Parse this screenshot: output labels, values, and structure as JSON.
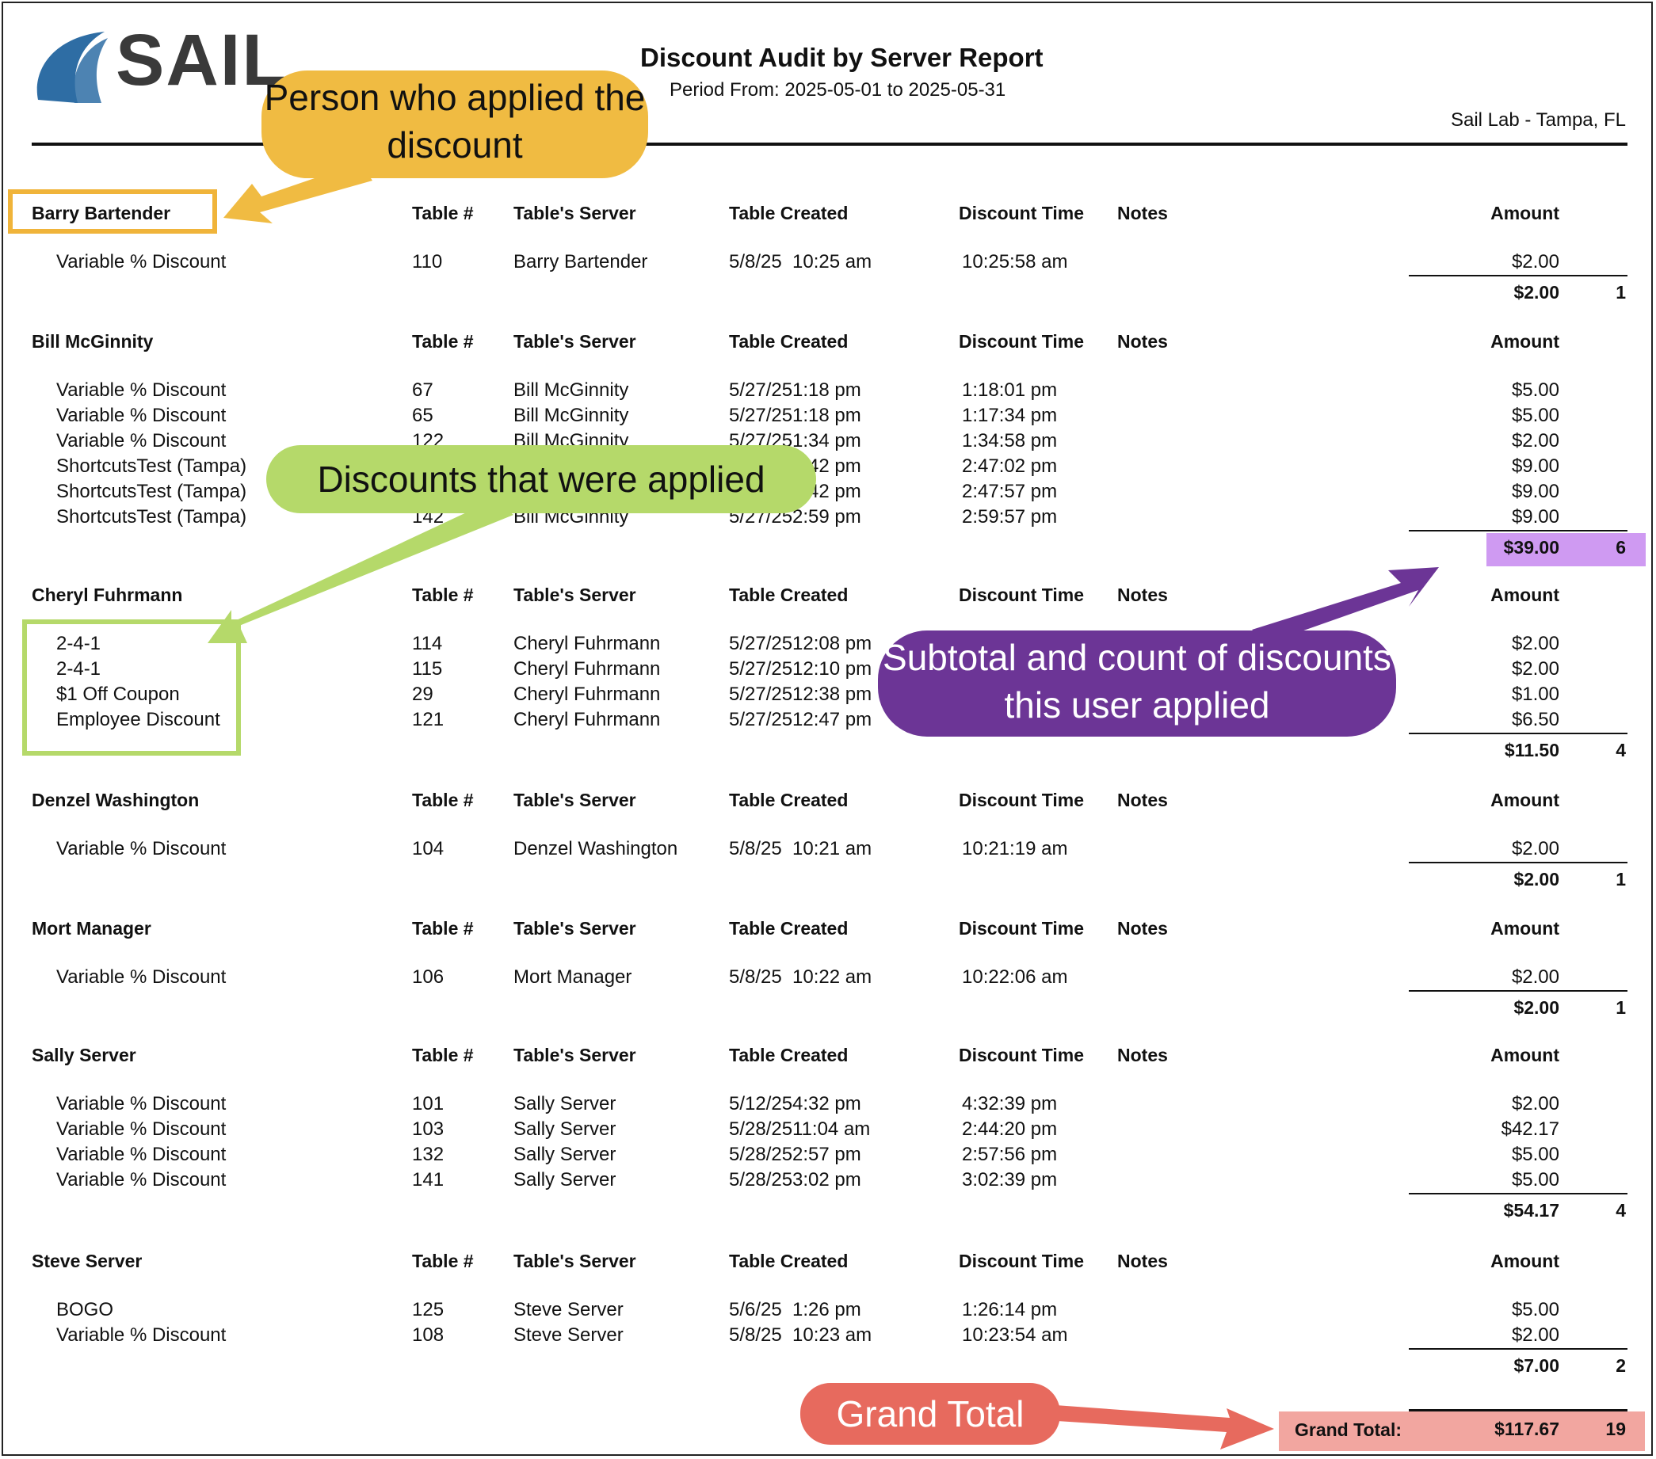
{
  "header": {
    "logo_text": "SAIL",
    "title": "Discount Audit by Server Report",
    "period": "Period From: 2025-05-01 to 2025-05-31",
    "location": "Sail Lab - Tampa, FL"
  },
  "columns": {
    "table": "Table #",
    "server": "Table's Server",
    "created": "Table Created",
    "discount_time": "Discount Time",
    "notes": "Notes",
    "amount": "Amount"
  },
  "groups": [
    {
      "name": "Barry Bartender",
      "rows": [
        {
          "discount": "Variable % Discount",
          "table": "110",
          "server": "Barry Bartender",
          "date": "5/8/25",
          "time": "10:25 am",
          "discount_time": "10:25:58 am",
          "amount": "$2.00"
        }
      ],
      "subtotal": "$2.00",
      "count": "1"
    },
    {
      "name": "Bill McGinnity",
      "rows": [
        {
          "discount": "Variable % Discount",
          "table": "67",
          "server": "Bill McGinnity",
          "date": "5/27/25",
          "time": "1:18 pm",
          "discount_time": "1:18:01 pm",
          "amount": "$5.00"
        },
        {
          "discount": "Variable % Discount",
          "table": "65",
          "server": "Bill McGinnity",
          "date": "5/27/25",
          "time": "1:18 pm",
          "discount_time": "1:17:34 pm",
          "amount": "$5.00"
        },
        {
          "discount": "Variable % Discount",
          "table": "122",
          "server": "Bill McGinnity",
          "date": "5/27/25",
          "time": "1:34 pm",
          "discount_time": "1:34:58 pm",
          "amount": "$2.00"
        },
        {
          "discount": "ShortcutsTest (Tampa)",
          "table": "",
          "server": "",
          "date": "",
          "time": "2:42 pm",
          "discount_time": "2:47:02 pm",
          "amount": "$9.00"
        },
        {
          "discount": "ShortcutsTest (Tampa)",
          "table": "",
          "server": "",
          "date": "",
          "time": "2:42 pm",
          "discount_time": "2:47:57 pm",
          "amount": "$9.00"
        },
        {
          "discount": "ShortcutsTest (Tampa)",
          "table": "142",
          "server": "Bill McGinnity",
          "date": "5/27/25",
          "time": "2:59 pm",
          "discount_time": "2:59:57 pm",
          "amount": "$9.00"
        }
      ],
      "subtotal": "$39.00",
      "count": "6"
    },
    {
      "name": "Cheryl Fuhrmann",
      "rows": [
        {
          "discount": "2-4-1",
          "table": "114",
          "server": "Cheryl Fuhrmann",
          "date": "5/27/25",
          "time": "12:08 pm",
          "discount_time": "",
          "amount": "$2.00"
        },
        {
          "discount": "2-4-1",
          "table": "115",
          "server": "Cheryl Fuhrmann",
          "date": "5/27/25",
          "time": "12:10 pm",
          "discount_time": "",
          "amount": "$2.00"
        },
        {
          "discount": "$1 Off Coupon",
          "table": "29",
          "server": "Cheryl Fuhrmann",
          "date": "5/27/25",
          "time": "12:38 pm",
          "discount_time": "",
          "amount": "$1.00"
        },
        {
          "discount": "Employee Discount",
          "table": "121",
          "server": "Cheryl Fuhrmann",
          "date": "5/27/25",
          "time": "12:47 pm",
          "discount_time": "",
          "amount": "$6.50"
        }
      ],
      "subtotal": "$11.50",
      "count": "4"
    },
    {
      "name": "Denzel Washington",
      "rows": [
        {
          "discount": "Variable % Discount",
          "table": "104",
          "server": "Denzel Washington",
          "date": "5/8/25",
          "time": "10:21 am",
          "discount_time": "10:21:19 am",
          "amount": "$2.00"
        }
      ],
      "subtotal": "$2.00",
      "count": "1"
    },
    {
      "name": "Mort Manager",
      "rows": [
        {
          "discount": "Variable % Discount",
          "table": "106",
          "server": "Mort Manager",
          "date": "5/8/25",
          "time": "10:22 am",
          "discount_time": "10:22:06 am",
          "amount": "$2.00"
        }
      ],
      "subtotal": "$2.00",
      "count": "1"
    },
    {
      "name": "Sally Server",
      "rows": [
        {
          "discount": "Variable % Discount",
          "table": "101",
          "server": "Sally Server",
          "date": "5/12/25",
          "time": "4:32 pm",
          "discount_time": "4:32:39 pm",
          "amount": "$2.00"
        },
        {
          "discount": "Variable % Discount",
          "table": "103",
          "server": "Sally Server",
          "date": "5/28/25",
          "time": "11:04 am",
          "discount_time": "2:44:20 pm",
          "amount": "$42.17"
        },
        {
          "discount": "Variable % Discount",
          "table": "132",
          "server": "Sally Server",
          "date": "5/28/25",
          "time": "2:57 pm",
          "discount_time": "2:57:56 pm",
          "amount": "$5.00"
        },
        {
          "discount": "Variable % Discount",
          "table": "141",
          "server": "Sally Server",
          "date": "5/28/25",
          "time": "3:02 pm",
          "discount_time": "3:02:39 pm",
          "amount": "$5.00"
        }
      ],
      "subtotal": "$54.17",
      "count": "4"
    },
    {
      "name": "Steve Server",
      "rows": [
        {
          "discount": "BOGO",
          "table": "125",
          "server": "Steve Server",
          "date": "5/6/25",
          "time": "1:26 pm",
          "discount_time": "1:26:14 pm",
          "amount": "$5.00"
        },
        {
          "discount": "Variable % Discount",
          "table": "108",
          "server": "Steve Server",
          "date": "5/8/25",
          "time": "10:23 am",
          "discount_time": "10:23:54 am",
          "amount": "$2.00"
        }
      ],
      "subtotal": "$7.00",
      "count": "2"
    }
  ],
  "grand_total": {
    "label": "Grand Total:",
    "amount": "$117.67",
    "count": "19"
  },
  "callouts": {
    "applied_by": "Person who applied the discount",
    "discounts": "Discounts that were applied",
    "subtotal": "Subtotal and count of discounts this user applied",
    "grand_total": "Grand Total"
  },
  "colors": {
    "orange": "#f0bb42",
    "green": "#b5d96a",
    "purple": "#6c3596",
    "red": "#e76a5e",
    "purple_highlight": "#cf9af2",
    "red_highlight": "#f2a6a0"
  }
}
